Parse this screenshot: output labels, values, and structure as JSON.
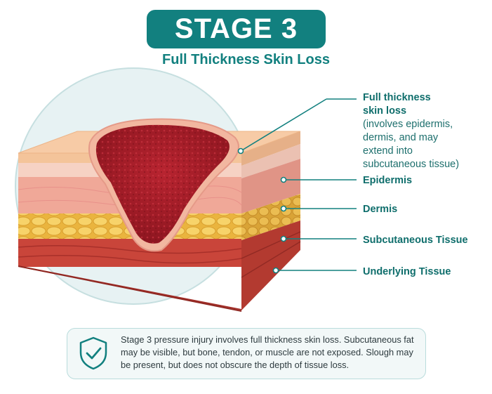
{
  "header": {
    "title": "STAGE 3",
    "subtitle": "Full Thickness Skin Loss"
  },
  "labels": [
    {
      "title": "Full thickness\nskin loss",
      "detail": "(involves epidermis,\ndermis, and may\nextend into\nsubcutaneous tissue)"
    },
    {
      "title": "Epidermis"
    },
    {
      "title": "Dermis"
    },
    {
      "title": "Subcutaneous Tissue"
    },
    {
      "title": "Underlying Tissue"
    }
  ],
  "info": {
    "icon": "shield-check-icon",
    "text": "Stage 3 pressure injury involves full thickness skin loss. Subcutaneous fat may be visible, but bone, tendon, or muscle are not exposed. Slough may be present, but does not obscure the depth of tissue loss."
  },
  "colors": {
    "accent": "#12807f",
    "wound": "#b3202a",
    "epidermis": "#f4c49a",
    "dermis": "#f0a898",
    "fat": "#f3c552",
    "muscle": "#c9453a"
  }
}
